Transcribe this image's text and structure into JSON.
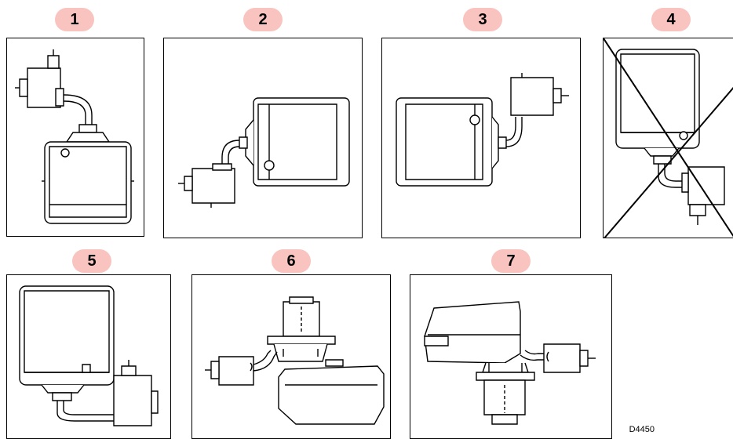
{
  "panels": [
    {
      "number": "1",
      "crossed_out": false,
      "layout": "motor-top"
    },
    {
      "number": "2",
      "crossed_out": false,
      "layout": "motor-left"
    },
    {
      "number": "3",
      "crossed_out": false,
      "layout": "motor-right"
    },
    {
      "number": "4",
      "crossed_out": true,
      "layout": "motor-bottom"
    },
    {
      "number": "5",
      "crossed_out": false,
      "layout": "motor-bottom-right"
    },
    {
      "number": "6",
      "crossed_out": false,
      "layout": "side-down"
    },
    {
      "number": "7",
      "crossed_out": false,
      "layout": "side-up"
    }
  ],
  "reference_code": "D4450",
  "colors": {
    "badge": "#f9c4c0",
    "line": "#000000",
    "background": "#ffffff"
  }
}
